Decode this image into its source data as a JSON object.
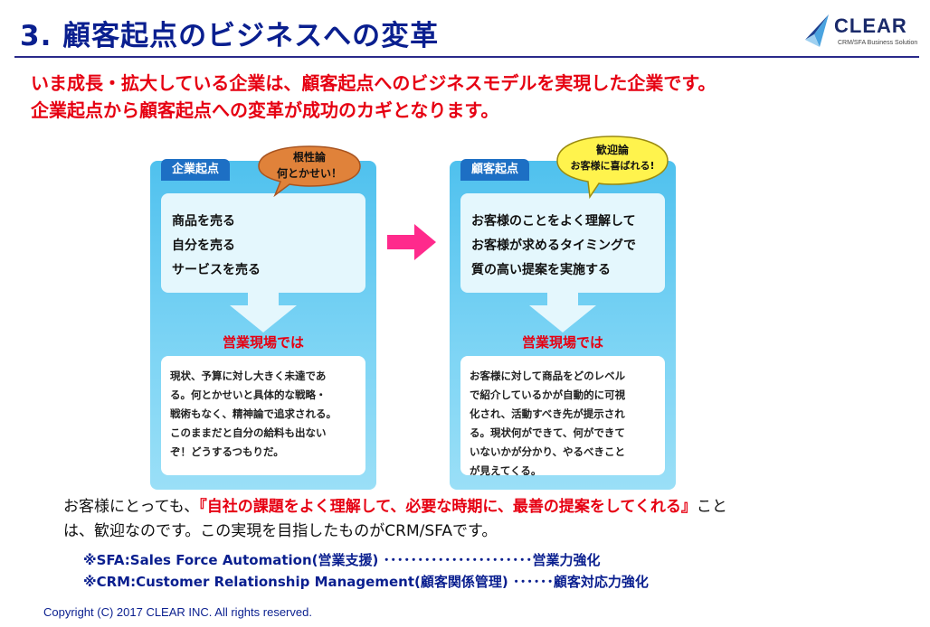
{
  "header": {
    "title": "3. 顧客起点のビジネスへの変革",
    "logo_text": "CLEAR",
    "logo_sub": "CRM/SFA Business Solution"
  },
  "lead": {
    "line1": "いま成長・拡大している企業は、顧客起点へのビジネスモデルを実現した企業です。",
    "line2": "企業起点から顧客起点への変革が成功のカギとなります。"
  },
  "left_panel": {
    "tab": "企業起点",
    "bubble_line1": "根性論",
    "bubble_line2": "何とかせい！",
    "items": [
      "商品を売る",
      "自分を売る",
      "サービスを売る"
    ],
    "sub_heading": "営業現場では",
    "paragraph": [
      "現状、予算に対し大きく未達であ",
      "る。何とかせいと具体的な戦略・",
      "戦術もなく、精神論で追求される。",
      "このままだと自分の給料も出ない",
      "ぞ！どうするつもりだ。"
    ]
  },
  "right_panel": {
    "tab": "顧客起点",
    "bubble_line1": "歓迎論",
    "bubble_line2": "お客様に喜ばれる!",
    "items": [
      "お客様のことをよく理解して",
      "お客様が求めるタイミングで",
      "質の高い提案を実施する"
    ],
    "sub_heading": "営業現場では",
    "paragraph": [
      "お客様に対して商品をどのレベル",
      "で紹介しているかが自動的に可視",
      "化され、活動すべき先が提示され",
      "る。現状何ができて、何ができて",
      "いないかが分かり、やるべきこと",
      "が見えてくる。"
    ]
  },
  "note": {
    "line1_pre": "お客様にとっても、",
    "line1_red": "『自社の課題をよく理解して、必要な時期に、最善の提案をしてくれる』",
    "line1_post": "こと",
    "line2": "は、歓迎なのです。この実現を目指したものがCRM/SFAです。"
  },
  "definitions": {
    "sfa": "※SFA:Sales Force Automation(営業支援) ･･････････････････････営業力強化",
    "crm": "※CRM:Customer Relationship Management(顧客関係管理) ･･････顧客対応力強化"
  },
  "copyright": "Copyright (C) 2017 CLEAR INC. All rights reserved.",
  "colors": {
    "title_blue": "#0a1f8f",
    "accent_red": "#e60012",
    "panel_blue": "#4fc1ee",
    "tab_blue": "#1d6fc4",
    "arrow_pink": "#ff2a8c",
    "bubble_orange": "#e0823a",
    "bubble_yellow": "#fff34d"
  }
}
